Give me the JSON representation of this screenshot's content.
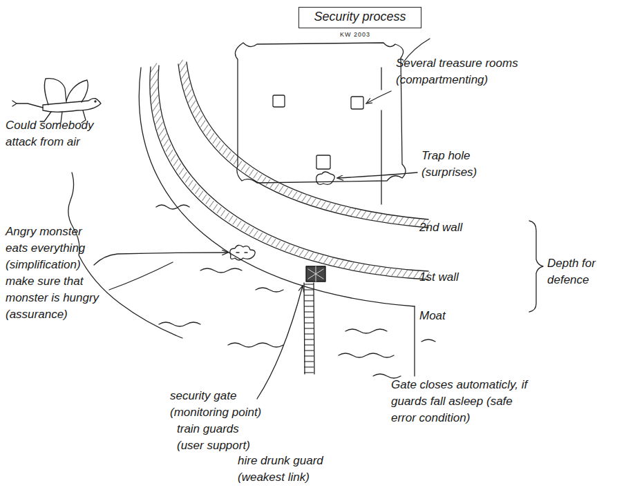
{
  "diagram": {
    "title": "Security process",
    "labels": [
      "KW 2003",
      "Several treasure rooms (compartmenting)",
      "Could somebody attack from air",
      "Trap hole (surprises)",
      "Angry monster eats everything (simplification)",
      "2nd wall",
      "make sure that monster is hungry (assurance)",
      "1st wall",
      "Depth for defence",
      "Moat",
      "security gate (monitoring point)",
      "train guards (user support)",
      "Gate closes automaticly, if guards fall asleep (safe error condition)",
      "hire drunk guard (weakest link)"
    ]
  }
}
